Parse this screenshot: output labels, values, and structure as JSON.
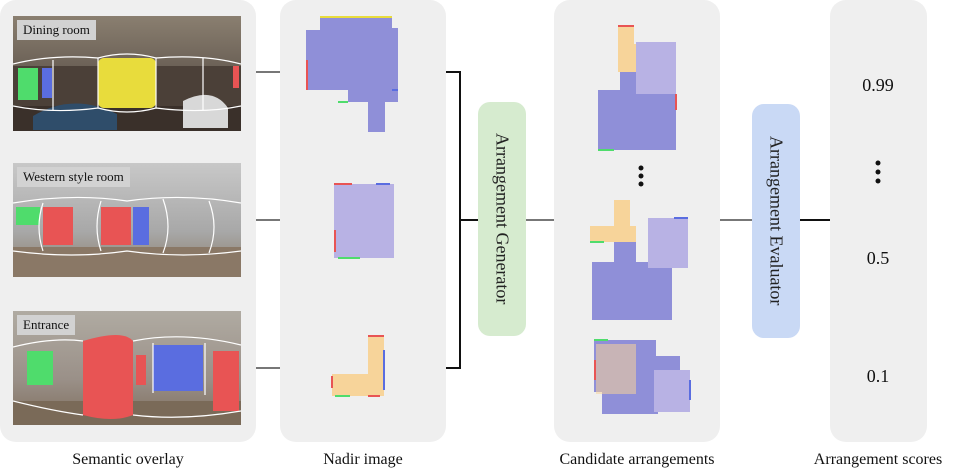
{
  "captions": {
    "semantic_overlay": "Semantic overlay",
    "nadir_image": "Nadir image",
    "candidate_arrangements": "Candidate arrangements",
    "arrangement_scores": "Arrangement scores"
  },
  "rooms": [
    {
      "label": "Dining room"
    },
    {
      "label": "Western style room"
    },
    {
      "label": "Entrance"
    }
  ],
  "modules": {
    "generator": "Arrangement Generator",
    "evaluator": "Arrangement Evaluator"
  },
  "scores": {
    "s1": "0.99",
    "s2": "0.5",
    "s3": "0.1"
  },
  "colors": {
    "door_green": "#4fdc6c",
    "wall_red": "#e85454",
    "window_blue": "#5a6de0",
    "opening_yellow": "#e8dc3c",
    "dining_room": "#8f8fd8",
    "western_room": "#b8b2e4",
    "entrance": "#f7d49a",
    "generator_box": "#d6ebcf",
    "evaluator_box": "#c9d9f5"
  }
}
